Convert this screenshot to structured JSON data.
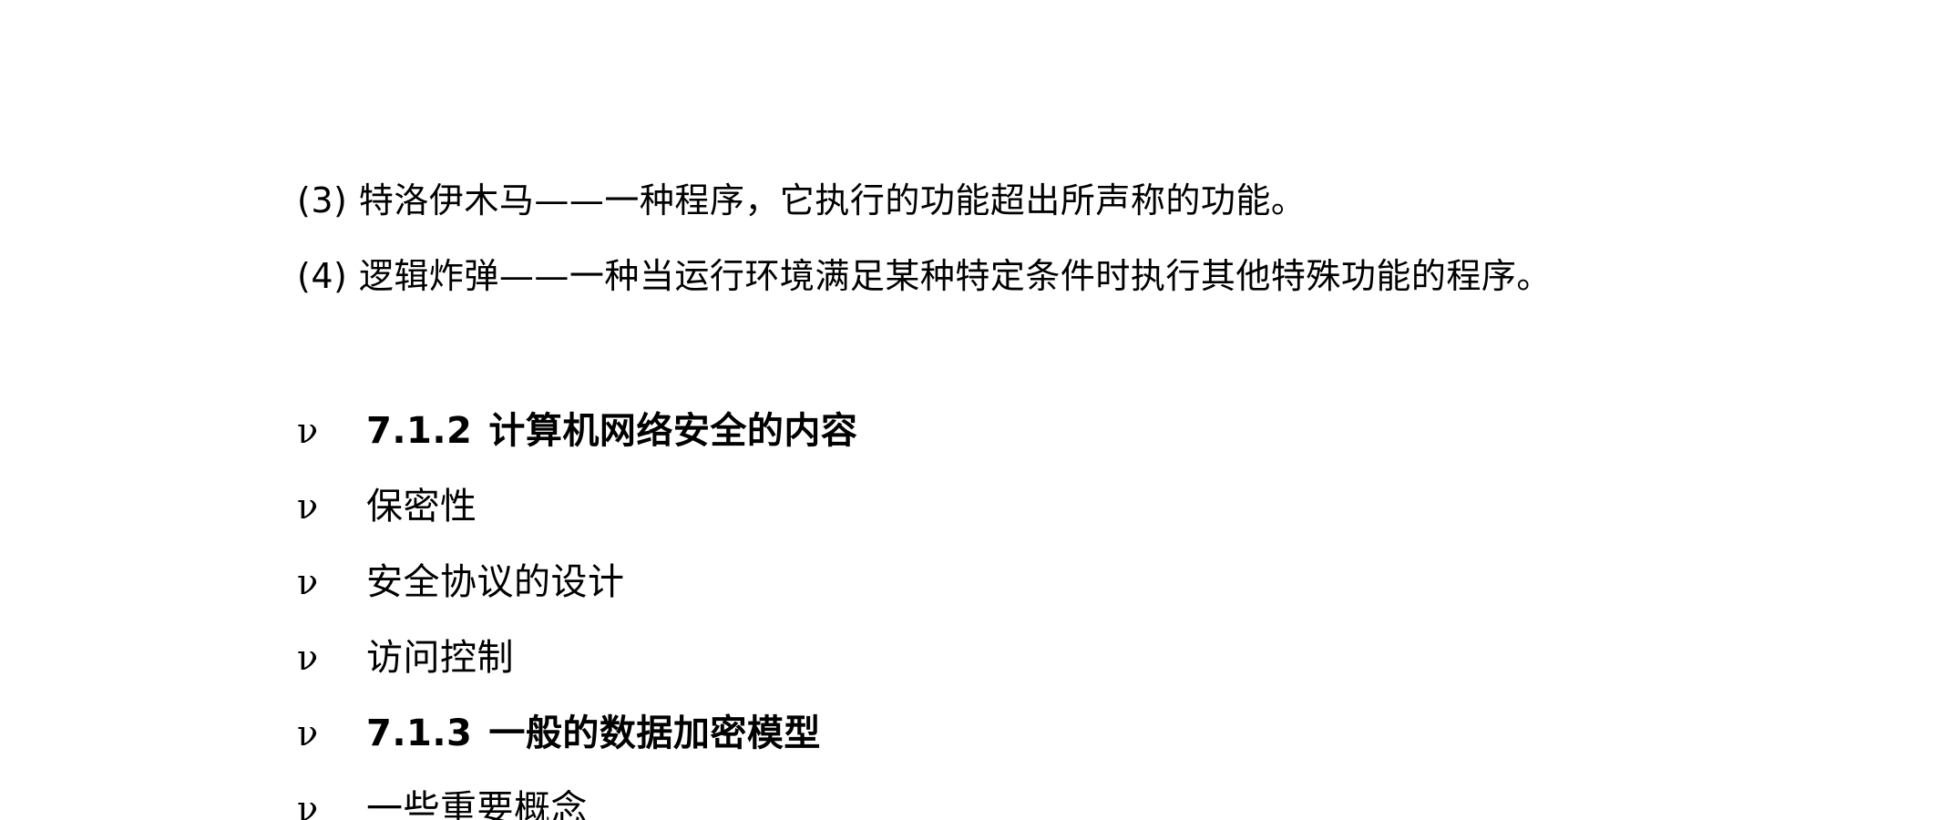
{
  "paragraphs": [
    "(3) 特洛伊木马——一种程序，它执行的功能超出所声称的功能。",
    "(4) 逻辑炸弹——一种当运行环境满足某种特定条件时执行其他特殊功能的程序。"
  ],
  "bullets": [
    {
      "marker": "ν",
      "number": "7.1.2",
      "text": "计算机网络安全的内容"
    },
    {
      "marker": "ν",
      "text": "保密性"
    },
    {
      "marker": "ν",
      "text": "安全协议的设计"
    },
    {
      "marker": "ν",
      "text": "访问控制"
    },
    {
      "marker": "ν",
      "number": "7.1.3",
      "text": "一般的数据加密模型"
    },
    {
      "marker": "ν",
      "text": "一些重要概念"
    }
  ]
}
